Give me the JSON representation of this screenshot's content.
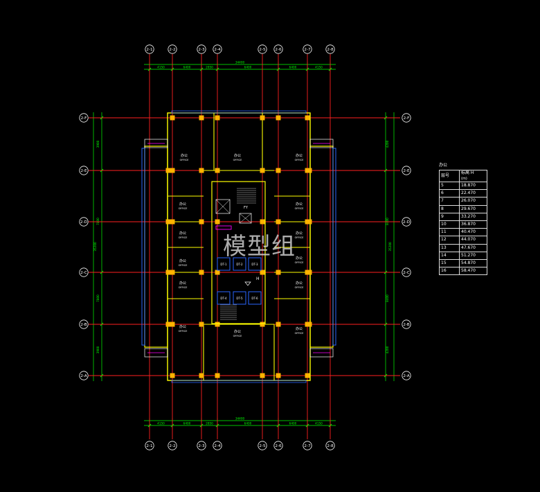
{
  "grid": {
    "col_labels": [
      "2-1",
      "2-2",
      "2-3",
      "2-4",
      "2-5",
      "2-6",
      "2-7",
      "2-8"
    ],
    "row_labels": [
      "2-F",
      "2-E",
      "2-D",
      "2-C",
      "2-B",
      "2-A"
    ]
  },
  "dimensions": {
    "top_total": "34400",
    "top_segments": [
      "4150",
      "6400",
      "2850",
      "6400",
      "6400",
      "4150"
    ],
    "bottom_total": "34400",
    "bottom_segments": [
      "4150",
      "6400",
      "2850",
      "6400",
      "6400",
      "4150"
    ],
    "left_total": "35200",
    "left_segments": [
      "3900",
      "7800",
      "7800",
      "3900"
    ],
    "right_total": "35200",
    "right_segments": [
      "4200",
      "8400",
      "8400",
      "4200"
    ]
  },
  "rooms": [
    {
      "cn": "办公",
      "en": "OFFICE"
    },
    {
      "cn": "办公",
      "en": "OFFICE"
    },
    {
      "cn": "办公",
      "en": "OFFICE"
    },
    {
      "cn": "办公",
      "en": "OFFICE"
    },
    {
      "cn": "办公",
      "en": "OFFICE"
    },
    {
      "cn": "办公",
      "en": "OFFICE"
    },
    {
      "cn": "办公",
      "en": "OFFICE"
    },
    {
      "cn": "办公",
      "en": "OFFICE"
    },
    {
      "cn": "办公",
      "en": "OFFICE"
    },
    {
      "cn": "办公",
      "en": "OFFICE"
    },
    {
      "cn": "办公",
      "en": "OFFICE"
    },
    {
      "cn": "办公",
      "en": "OFFICE"
    },
    {
      "cn": "办公",
      "en": "OFFICE"
    },
    {
      "cn": "办公",
      "en": "OFFICE"
    }
  ],
  "core": {
    "elevators": [
      "DT-1",
      "DT-2",
      "DT-3",
      "DT-4",
      "DT-5",
      "DT-6"
    ],
    "level_mark": "H",
    "fire_label": "FY"
  },
  "level_table": {
    "title": "办公",
    "header": [
      "层号",
      "标高 H"
    ],
    "header_unit": "(m)",
    "rows": [
      [
        "5",
        "18.870"
      ],
      [
        "6",
        "22.470"
      ],
      [
        "7",
        "26.070"
      ],
      [
        "8",
        "29.670"
      ],
      [
        "9",
        "33.270"
      ],
      [
        "10",
        "36.870"
      ],
      [
        "11",
        "40.470"
      ],
      [
        "12",
        "44.070"
      ],
      [
        "13",
        "47.670"
      ],
      [
        "14",
        "51.270"
      ],
      [
        "15",
        "54.870"
      ],
      [
        "16",
        "58.470"
      ]
    ]
  },
  "watermark": "模型组",
  "colors": {
    "grid_line": "#ff2020",
    "wall": "#ffff00",
    "column": "#ffb300",
    "dimension": "#00ff00",
    "window": "#2a66ff",
    "mep": "#ff00ff",
    "core_line": "#ffffff"
  }
}
